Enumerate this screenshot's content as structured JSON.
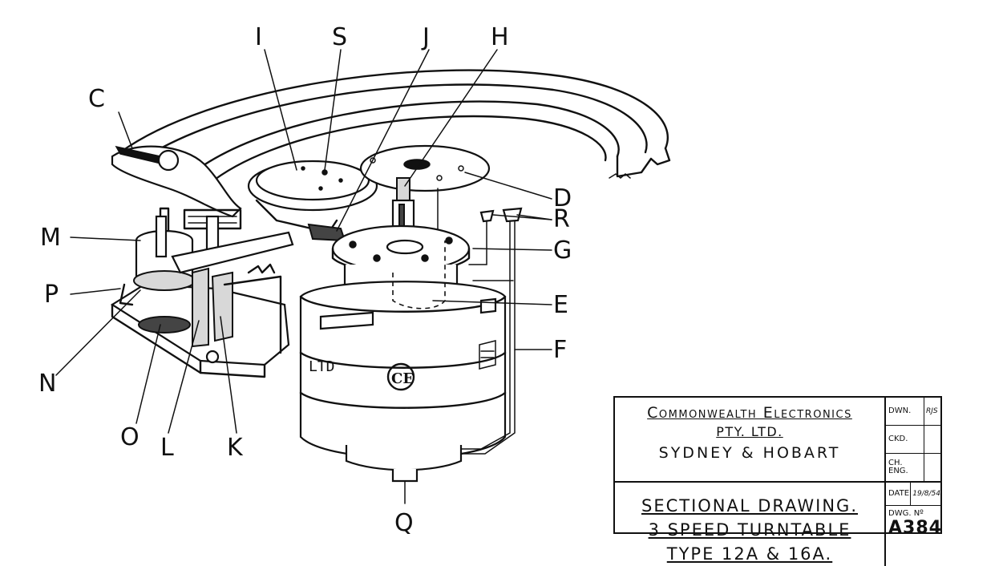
{
  "callouts": {
    "I": "I",
    "S": "S",
    "J": "J",
    "H": "H",
    "C": "C",
    "D": "D",
    "R": "R",
    "M": "M",
    "G": "G",
    "P": "P",
    "E": "E",
    "F": "F",
    "N": "N",
    "O": "O",
    "L": "L",
    "K": "K",
    "Q": "Q"
  },
  "motor_label": "LTD",
  "logo_text": "CE",
  "title_block": {
    "company_name": "Commonwealth Electronics",
    "company_sub": "PTY. LTD.",
    "company_city": "SYDNEY & HOBART",
    "description_1": "SECTIONAL DRAWING.",
    "description_2": "3 SPEED TURNTABLE",
    "description_3": "TYPE 12A & 16A.",
    "drawn_label": "DWN.",
    "drawn_value": "RJS",
    "checked_label": "CKD.",
    "chief_engineer_label": "CH. ENG.",
    "date_label": "DATE",
    "date_value": "19/8/54",
    "drawing_number_label": "DWG. Nº",
    "drawing_number_value": "A384"
  }
}
